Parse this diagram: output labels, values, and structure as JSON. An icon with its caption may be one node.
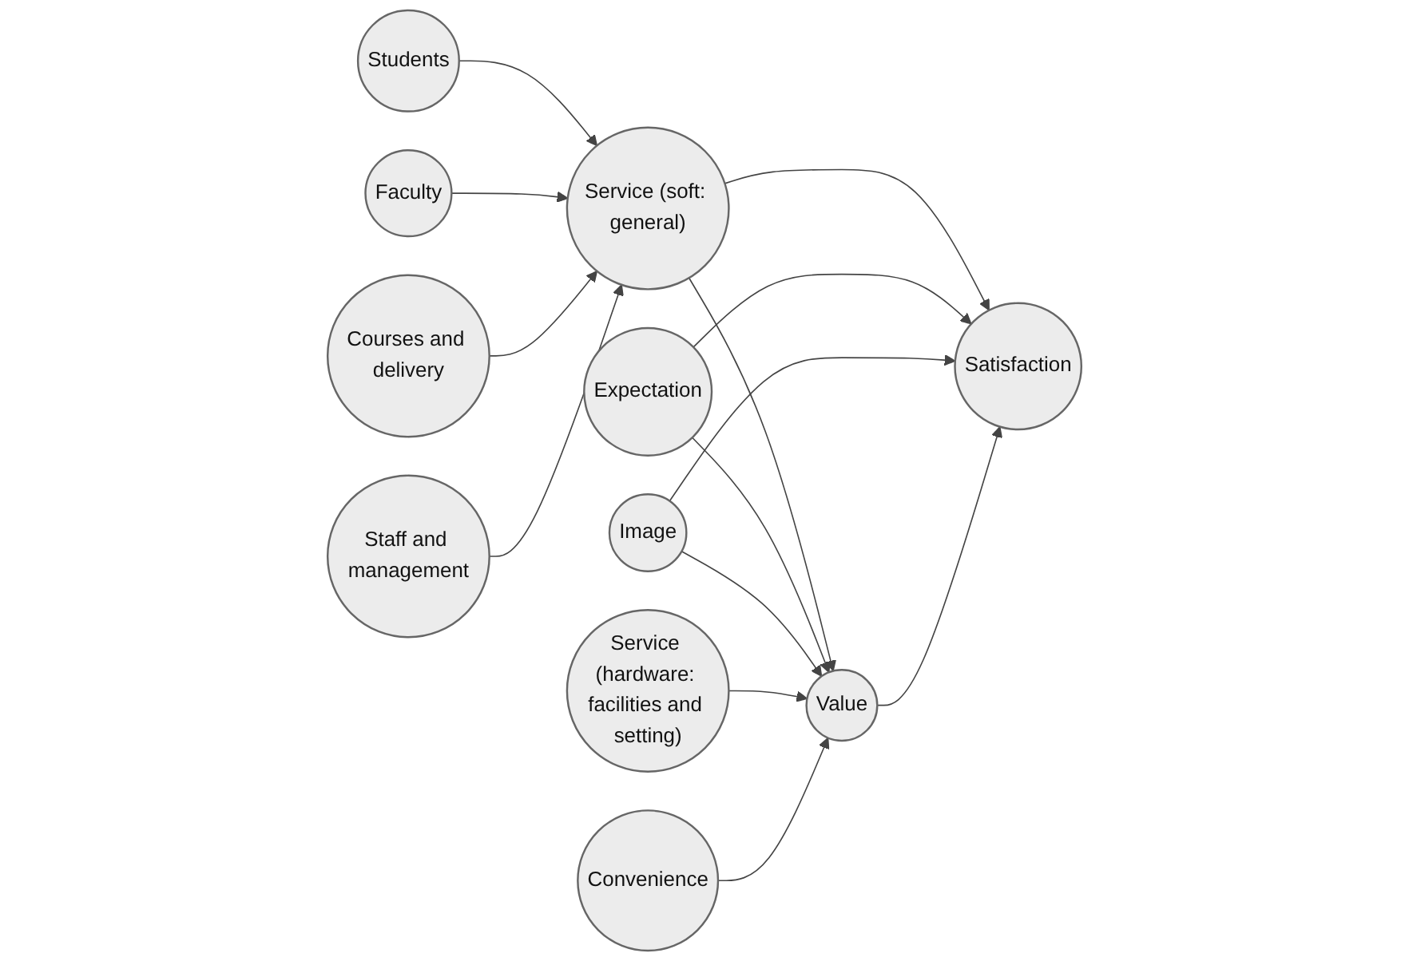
{
  "diagram": {
    "nodes": [
      {
        "text": [
          "Students"
        ]
      },
      {
        "text": [
          "Faculty"
        ]
      },
      {
        "text": [
          "Expectation"
        ]
      },
      {
        "text": [
          "Image"
        ]
      },
      {
        "text": [
          "Satisfaction"
        ]
      },
      {
        "text": [
          "Courses and delivery"
        ]
      },
      {
        "text": [
          "Service (soft: general)"
        ]
      },
      {
        "text": [
          "Value"
        ]
      },
      {
        "text": [
          "Staff and management"
        ]
      },
      {
        "text": [
          "Service (hardware: facilities and setting)"
        ]
      },
      {
        "text": [
          "Convenience"
        ]
      }
    ],
    "edges": [
      {
        "from": 0,
        "to": 6,
        "arrow": "to"
      },
      {
        "from": 1,
        "to": 6,
        "arrow": "to"
      },
      {
        "from": 5,
        "to": 6,
        "arrow": "to"
      },
      {
        "from": 8,
        "to": 6,
        "arrow": "to"
      },
      {
        "from": 6,
        "to": 7,
        "arrow": "to"
      },
      {
        "from": 6,
        "to": 4,
        "arrow": "to"
      },
      {
        "from": 2,
        "to": 7,
        "arrow": "to"
      },
      {
        "from": 2,
        "to": 4,
        "arrow": "to"
      },
      {
        "from": 3,
        "to": 7,
        "arrow": "to"
      },
      {
        "from": 3,
        "to": 4,
        "arrow": "to"
      },
      {
        "from": 7,
        "to": 4,
        "arrow": "to"
      },
      {
        "from": 9,
        "to": 7,
        "arrow": "to"
      },
      {
        "from": 10,
        "to": 7,
        "arrow": "to"
      }
    ]
  }
}
